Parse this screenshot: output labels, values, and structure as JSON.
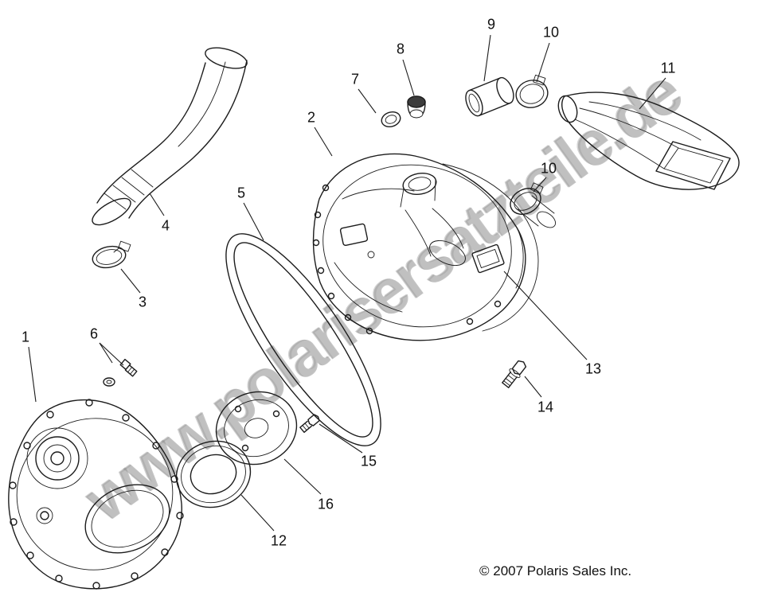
{
  "watermark": "www.polarisersatzteile.de",
  "copyright": "© 2007 Polaris Sales Inc.",
  "callouts": [
    {
      "label": "1"
    },
    {
      "label": "2"
    },
    {
      "label": "3"
    },
    {
      "label": "4"
    },
    {
      "label": "5"
    },
    {
      "label": "6"
    },
    {
      "label": "7"
    },
    {
      "label": "8"
    },
    {
      "label": "9"
    },
    {
      "label": "10"
    },
    {
      "label": "10"
    },
    {
      "label": "11"
    },
    {
      "label": "12"
    },
    {
      "label": "13"
    },
    {
      "label": "14"
    },
    {
      "label": "15"
    },
    {
      "label": "16"
    }
  ]
}
